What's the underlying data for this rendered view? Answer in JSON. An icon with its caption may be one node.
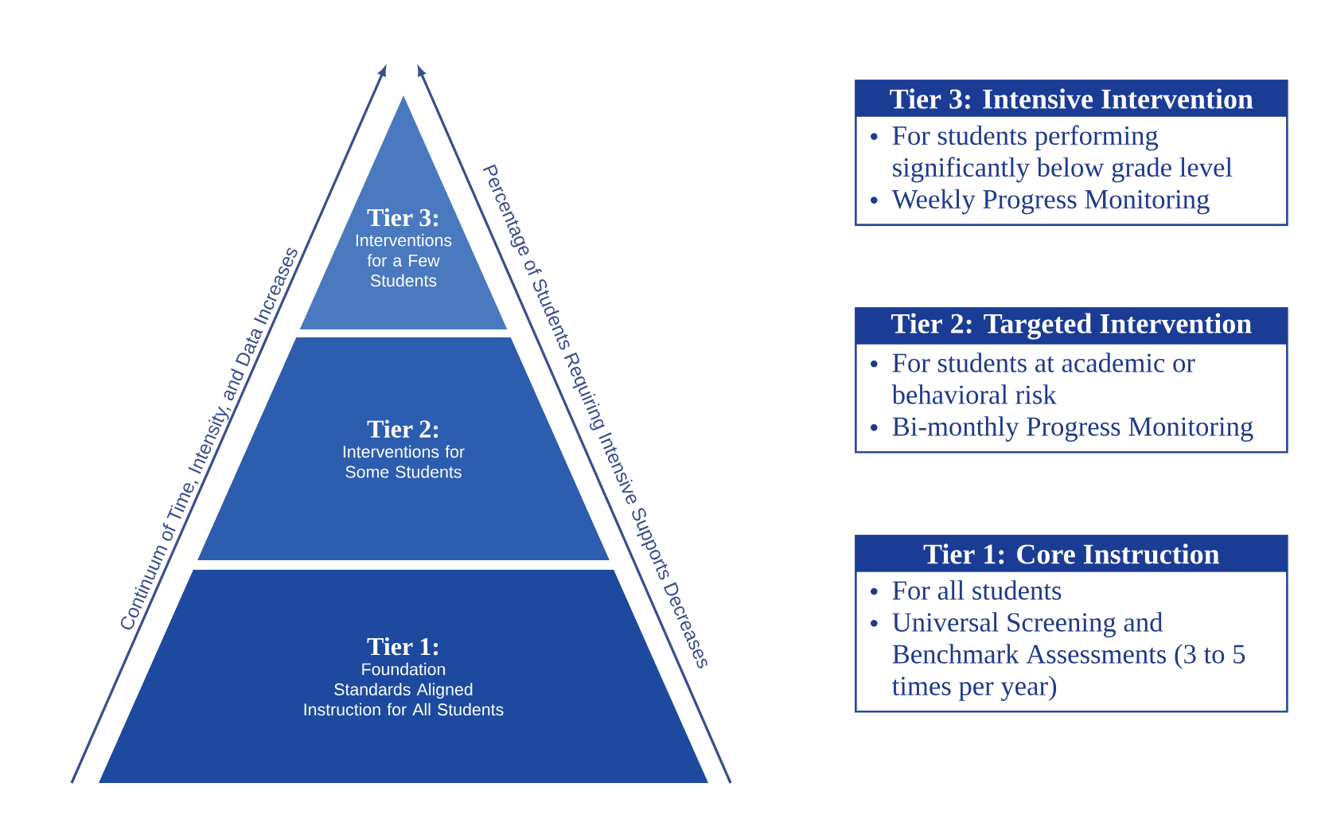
{
  "diagram": {
    "nodes": [
      {
        "text": [
          "Tier 3:",
          "Interventions for a Few Students"
        ]
      },
      {
        "text": [
          "Tier 2:",
          "Interventions for Some Students"
        ]
      },
      {
        "text": [
          "Tier 1:",
          "Foundation",
          "Standards Aligned Instruction for All Students"
        ]
      },
      {
        "text": [
          "Tier 3: Intensive Intervention",
          "For students performing significantly below grade level",
          "Weekly Progress Monitoring"
        ]
      },
      {
        "text": [
          "Tier 2: Targeted Intervention",
          "For students at academic or behavioral risk",
          "Bi-monthly Progress Monitoring"
        ]
      },
      {
        "text": [
          "Tier 1: Core Instruction",
          "For all students",
          "Universal Screening and Benchmark Assessments (3 to 5 times per year)"
        ]
      }
    ],
    "edges": [],
    "labels": [
      "Continuum of Time, Intensity, and Data Increases",
      "Percentage of Students Requiring Intensive Supports Decreases"
    ]
  }
}
